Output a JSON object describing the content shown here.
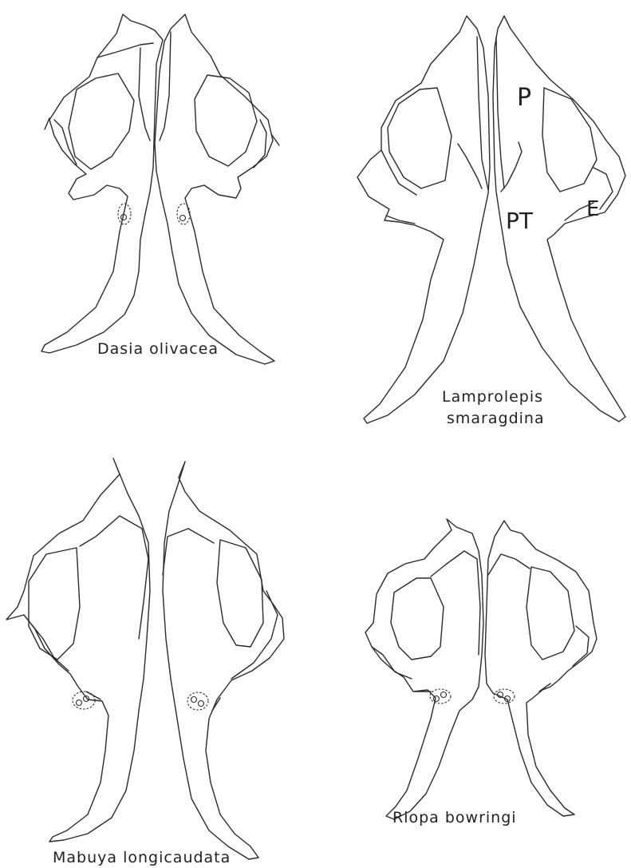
{
  "panels": [
    {
      "id": "dasia",
      "label": "Dasia olivacea"
    },
    {
      "id": "lamprolepis",
      "label_line1": "Lamprolepis",
      "label_line2": "smaragdina"
    },
    {
      "id": "mabuya",
      "label": "Mabuya longicaudata"
    },
    {
      "id": "riopa",
      "label": "Riopa bowringi"
    }
  ],
  "part_labels": {
    "parietal": "P",
    "pterygoid": "PT",
    "ectopterygoid": "E"
  }
}
